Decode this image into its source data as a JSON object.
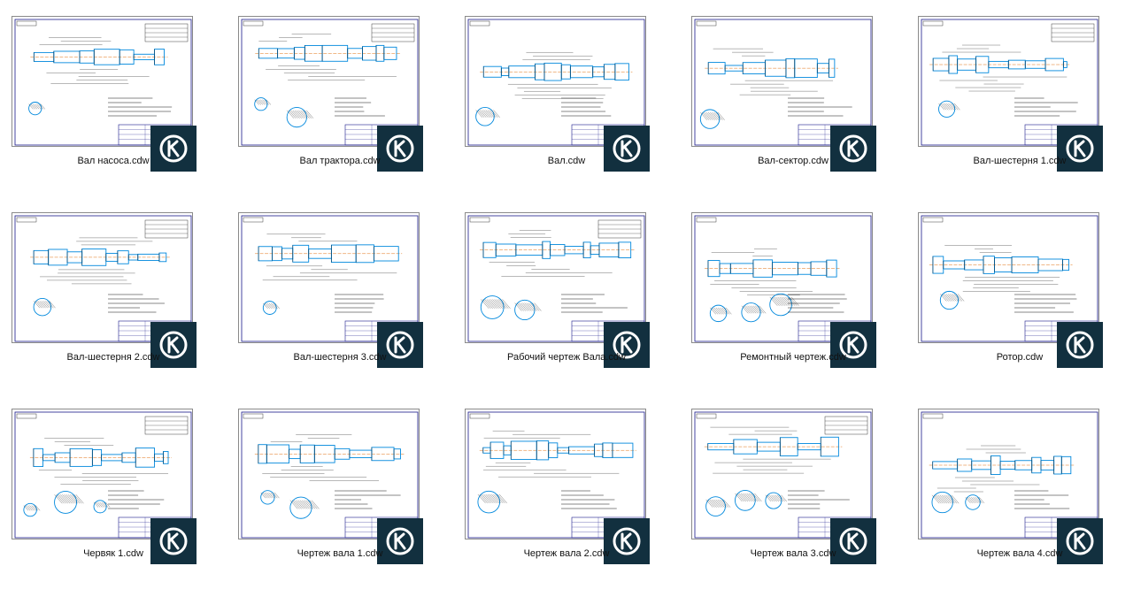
{
  "files": [
    {
      "name": "Вал насоса.cdw",
      "variant": 0
    },
    {
      "name": "Вал трактора.cdw",
      "variant": 1
    },
    {
      "name": "Вал.cdw",
      "variant": 2
    },
    {
      "name": "Вал-сектор.cdw",
      "variant": 3
    },
    {
      "name": "Вал-шестерня 1.cdw",
      "variant": 4
    },
    {
      "name": "Вал-шестерня 2.cdw",
      "variant": 5
    },
    {
      "name": "Вал-шестерня 3.cdw",
      "variant": 6
    },
    {
      "name": "Рабочий чертеж Вала.cdw",
      "variant": 7
    },
    {
      "name": "Ремонтный чертеж.cdw",
      "variant": 8
    },
    {
      "name": "Ротор.cdw",
      "variant": 9
    },
    {
      "name": "Червяк 1.cdw",
      "variant": 10
    },
    {
      "name": "Чертеж вала 1.cdw",
      "variant": 11
    },
    {
      "name": "Чертеж вала 2.cdw",
      "variant": 12
    },
    {
      "name": "Чертеж вала 3.cdw",
      "variant": 13
    },
    {
      "name": "Чертеж вала 4.cdw",
      "variant": 14
    }
  ],
  "file_icon": "kompas-3d-app-icon",
  "colors": {
    "badge_bg": "#12303f",
    "badge_ring": "#ffffff",
    "sheet_border": "#1a1a8a",
    "drawing_blue": "#0088dd",
    "drawing_black": "#111111",
    "axis_orange": "#e07010"
  }
}
